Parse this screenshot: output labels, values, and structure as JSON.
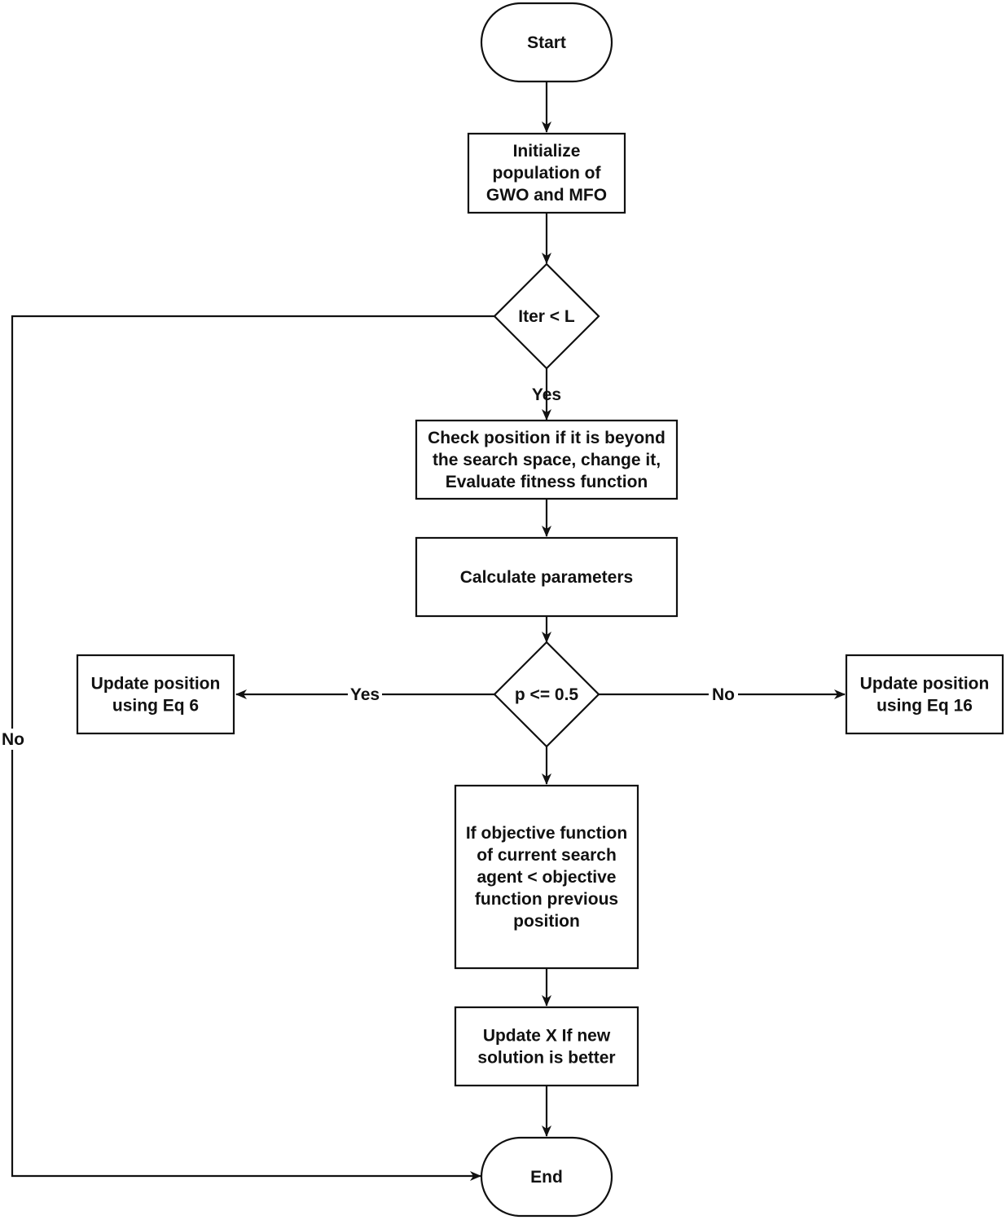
{
  "flowchart": {
    "start": [
      "Start"
    ],
    "init": [
      "Initialize",
      "population of",
      "GWO and MFO"
    ],
    "cond_iter": [
      "Iter < L"
    ],
    "check": [
      "Check position if it is beyond",
      "the search space, change it,",
      "Evaluate fitness function"
    ],
    "calc": [
      "Calculate parameters"
    ],
    "cond_p": [
      "p <= 0.5"
    ],
    "update_left": [
      "Update position",
      "using Eq 6"
    ],
    "update_right": [
      "Update position",
      "using Eq 16"
    ],
    "objective": [
      "If objective function",
      "of current search",
      "agent < objective",
      "function previous",
      "position"
    ],
    "update_x": [
      "Update X If new",
      "solution is better"
    ],
    "end": [
      "End"
    ]
  },
  "edge_labels": {
    "iter_yes": "Yes",
    "iter_no": "No",
    "p_yes": "Yes",
    "p_no": "No"
  }
}
